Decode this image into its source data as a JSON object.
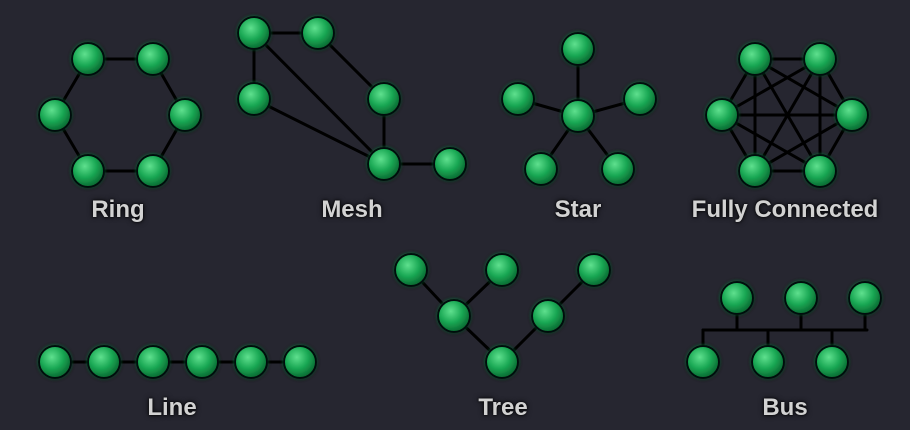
{
  "colors": {
    "background": "#262630",
    "node": "#1aa854",
    "node_highlight": "#5fe08e",
    "node_dark": "#0a6a32",
    "edge": "#000000",
    "label": "#d2d2d2"
  },
  "topologies": [
    {
      "id": "ring",
      "label": "Ring"
    },
    {
      "id": "mesh",
      "label": "Mesh"
    },
    {
      "id": "star",
      "label": "Star"
    },
    {
      "id": "fully-connected",
      "label": "Fully Connected"
    },
    {
      "id": "line",
      "label": "Line"
    },
    {
      "id": "tree",
      "label": "Tree"
    },
    {
      "id": "bus",
      "label": "Bus"
    }
  ]
}
